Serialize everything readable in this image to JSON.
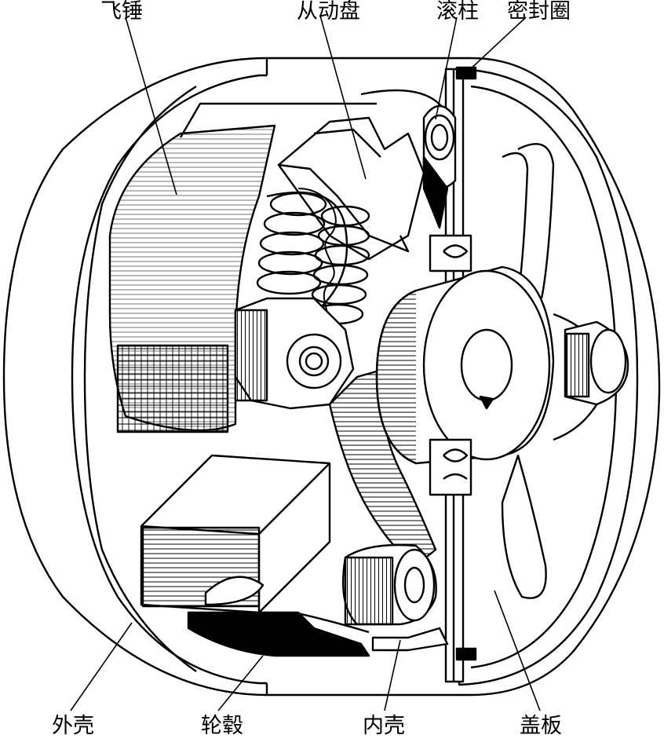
{
  "labels": {
    "flyweight": "飞锤",
    "driven_disc": "从动盘",
    "roller": "滚柱",
    "seal_ring": "密封圈",
    "outer_shell": "外壳",
    "hub": "轮毂",
    "inner_shell": "内壳",
    "cover_plate": "盖板"
  }
}
